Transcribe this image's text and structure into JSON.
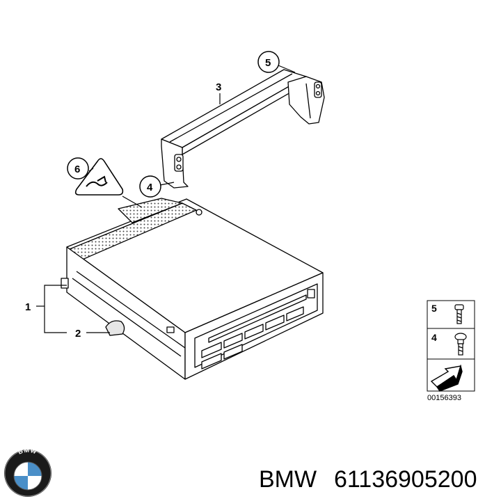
{
  "callouts": {
    "c1": "1",
    "c2": "2",
    "c3": "3",
    "c4": "4",
    "c5": "5",
    "c6": "6"
  },
  "legend": {
    "screw_5_label": "5",
    "screw_4_label": "4",
    "diagram_id": "00156393"
  },
  "footer": {
    "brand": "BMW",
    "part_number": "61136905200",
    "logo_text": "BMW"
  },
  "colors": {
    "line": "#000000",
    "logo_blue": "#4a8fc8",
    "logo_ring": "#1a1a1a"
  },
  "icons": [
    "warning-triangle-icon",
    "screw-icon",
    "arrow-icon",
    "bmw-roundel-icon"
  ]
}
